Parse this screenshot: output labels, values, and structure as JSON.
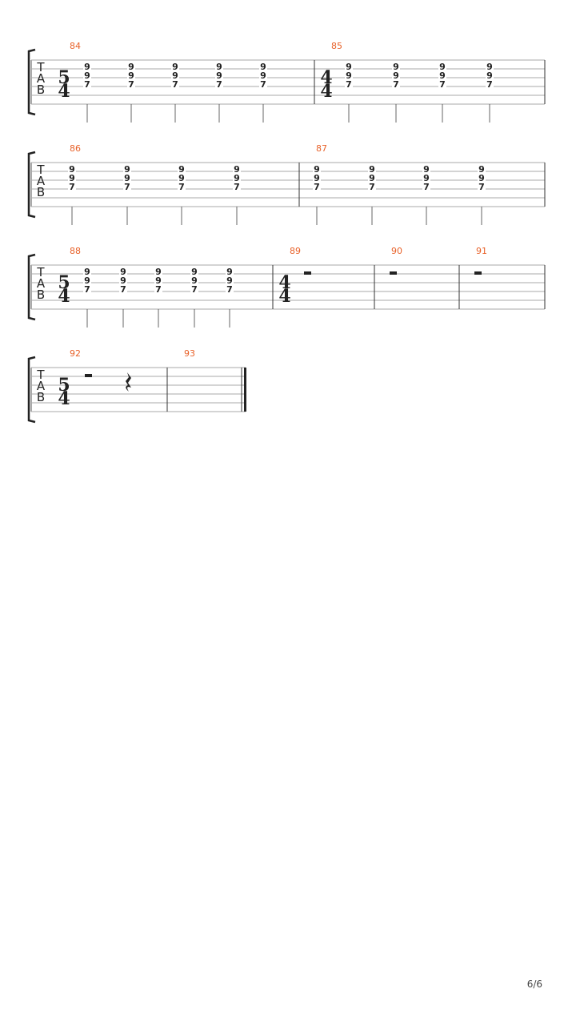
{
  "tab_clef": [
    "T",
    "A",
    "B"
  ],
  "page_number": "6/6",
  "systems": [
    {
      "measures": [
        {
          "number": "84",
          "time_signature": [
            "5",
            "4"
          ],
          "beats": [
            [
              "9",
              "9",
              "7"
            ],
            [
              "9",
              "9",
              "7"
            ],
            [
              "9",
              "9",
              "7"
            ],
            [
              "9",
              "9",
              "7"
            ],
            [
              "9",
              "9",
              "7"
            ]
          ]
        },
        {
          "number": "85",
          "time_signature": [
            "4",
            "4"
          ],
          "beats": [
            [
              "9",
              "9",
              "7"
            ],
            [
              "9",
              "9",
              "7"
            ],
            [
              "9",
              "9",
              "7"
            ],
            [
              "9",
              "9",
              "7"
            ]
          ]
        }
      ]
    },
    {
      "measures": [
        {
          "number": "86",
          "beats": [
            [
              "9",
              "9",
              "7"
            ],
            [
              "9",
              "9",
              "7"
            ],
            [
              "9",
              "9",
              "7"
            ],
            [
              "9",
              "9",
              "7"
            ]
          ]
        },
        {
          "number": "87",
          "beats": [
            [
              "9",
              "9",
              "7"
            ],
            [
              "9",
              "9",
              "7"
            ],
            [
              "9",
              "9",
              "7"
            ],
            [
              "9",
              "9",
              "7"
            ]
          ]
        }
      ]
    },
    {
      "measures": [
        {
          "number": "88",
          "time_signature": [
            "5",
            "4"
          ],
          "beats": [
            [
              "9",
              "9",
              "7"
            ],
            [
              "9",
              "9",
              "7"
            ],
            [
              "9",
              "9",
              "7"
            ],
            [
              "9",
              "9",
              "7"
            ],
            [
              "9",
              "9",
              "7"
            ]
          ]
        },
        {
          "number": "89",
          "time_signature": [
            "4",
            "4"
          ],
          "rests": [
            "whole"
          ]
        },
        {
          "number": "90",
          "rests": [
            "whole"
          ]
        },
        {
          "number": "91",
          "rests": [
            "whole"
          ]
        }
      ]
    },
    {
      "measures": [
        {
          "number": "92",
          "time_signature": [
            "5",
            "4"
          ],
          "rests": [
            "half",
            "quarter"
          ]
        },
        {
          "number": "93",
          "rests": []
        }
      ],
      "final_barline": true
    }
  ]
}
